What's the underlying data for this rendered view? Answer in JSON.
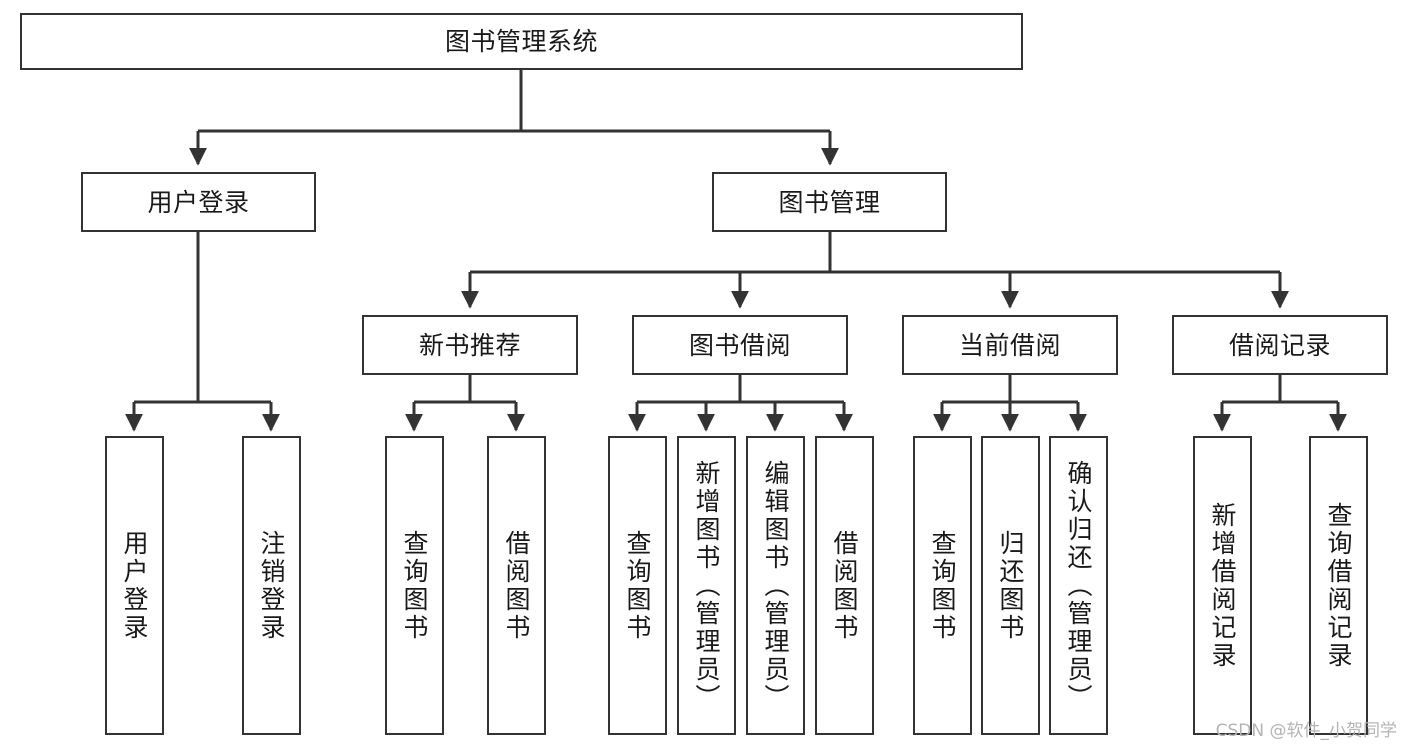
{
  "diagram": {
    "type": "tree-hierarchy",
    "title": "图书管理系统",
    "root": {
      "id": "root",
      "label": "图书管理系统"
    },
    "level2": [
      {
        "id": "user-login",
        "label": "用户登录"
      },
      {
        "id": "book-management",
        "label": "图书管理"
      }
    ],
    "level3": [
      {
        "id": "new-book-recommend",
        "label": "新书推荐",
        "parent": "book-management"
      },
      {
        "id": "book-borrow",
        "label": "图书借阅",
        "parent": "book-management"
      },
      {
        "id": "current-borrow",
        "label": "当前借阅",
        "parent": "book-management"
      },
      {
        "id": "borrow-record",
        "label": "借阅记录",
        "parent": "book-management"
      }
    ],
    "leaves": [
      {
        "id": "leaf-user-login",
        "label": "用户登录",
        "parent": "user-login"
      },
      {
        "id": "leaf-logout-login",
        "label": "注销登录",
        "parent": "user-login"
      },
      {
        "id": "leaf-query-book-1",
        "label": "查询图书",
        "parent": "new-book-recommend"
      },
      {
        "id": "leaf-borrow-book-1",
        "label": "借阅图书",
        "parent": "new-book-recommend"
      },
      {
        "id": "leaf-query-book-2",
        "label": "查询图书",
        "parent": "book-borrow"
      },
      {
        "id": "leaf-add-book",
        "label": "新增图书（管理员）",
        "parent": "book-borrow"
      },
      {
        "id": "leaf-edit-book",
        "label": "编辑图书（管理员）",
        "parent": "book-borrow"
      },
      {
        "id": "leaf-borrow-book-2",
        "label": "借阅图书",
        "parent": "book-borrow"
      },
      {
        "id": "leaf-query-book-3",
        "label": "查询图书",
        "parent": "current-borrow"
      },
      {
        "id": "leaf-return-book",
        "label": "归还图书",
        "parent": "current-borrow"
      },
      {
        "id": "leaf-confirm-return",
        "label": "确认归还（管理员）",
        "parent": "current-borrow"
      },
      {
        "id": "leaf-add-record",
        "label": "新增借阅记录",
        "parent": "borrow-record"
      },
      {
        "id": "leaf-query-record",
        "label": "查询借阅记录",
        "parent": "borrow-record"
      }
    ],
    "colors": {
      "stroke": "#333333",
      "fill": "#ffffff",
      "text": "#1a1a1a",
      "watermark": "#b4b4b4"
    }
  },
  "watermark": {
    "text": "CSDN @软件_小贺同学"
  }
}
